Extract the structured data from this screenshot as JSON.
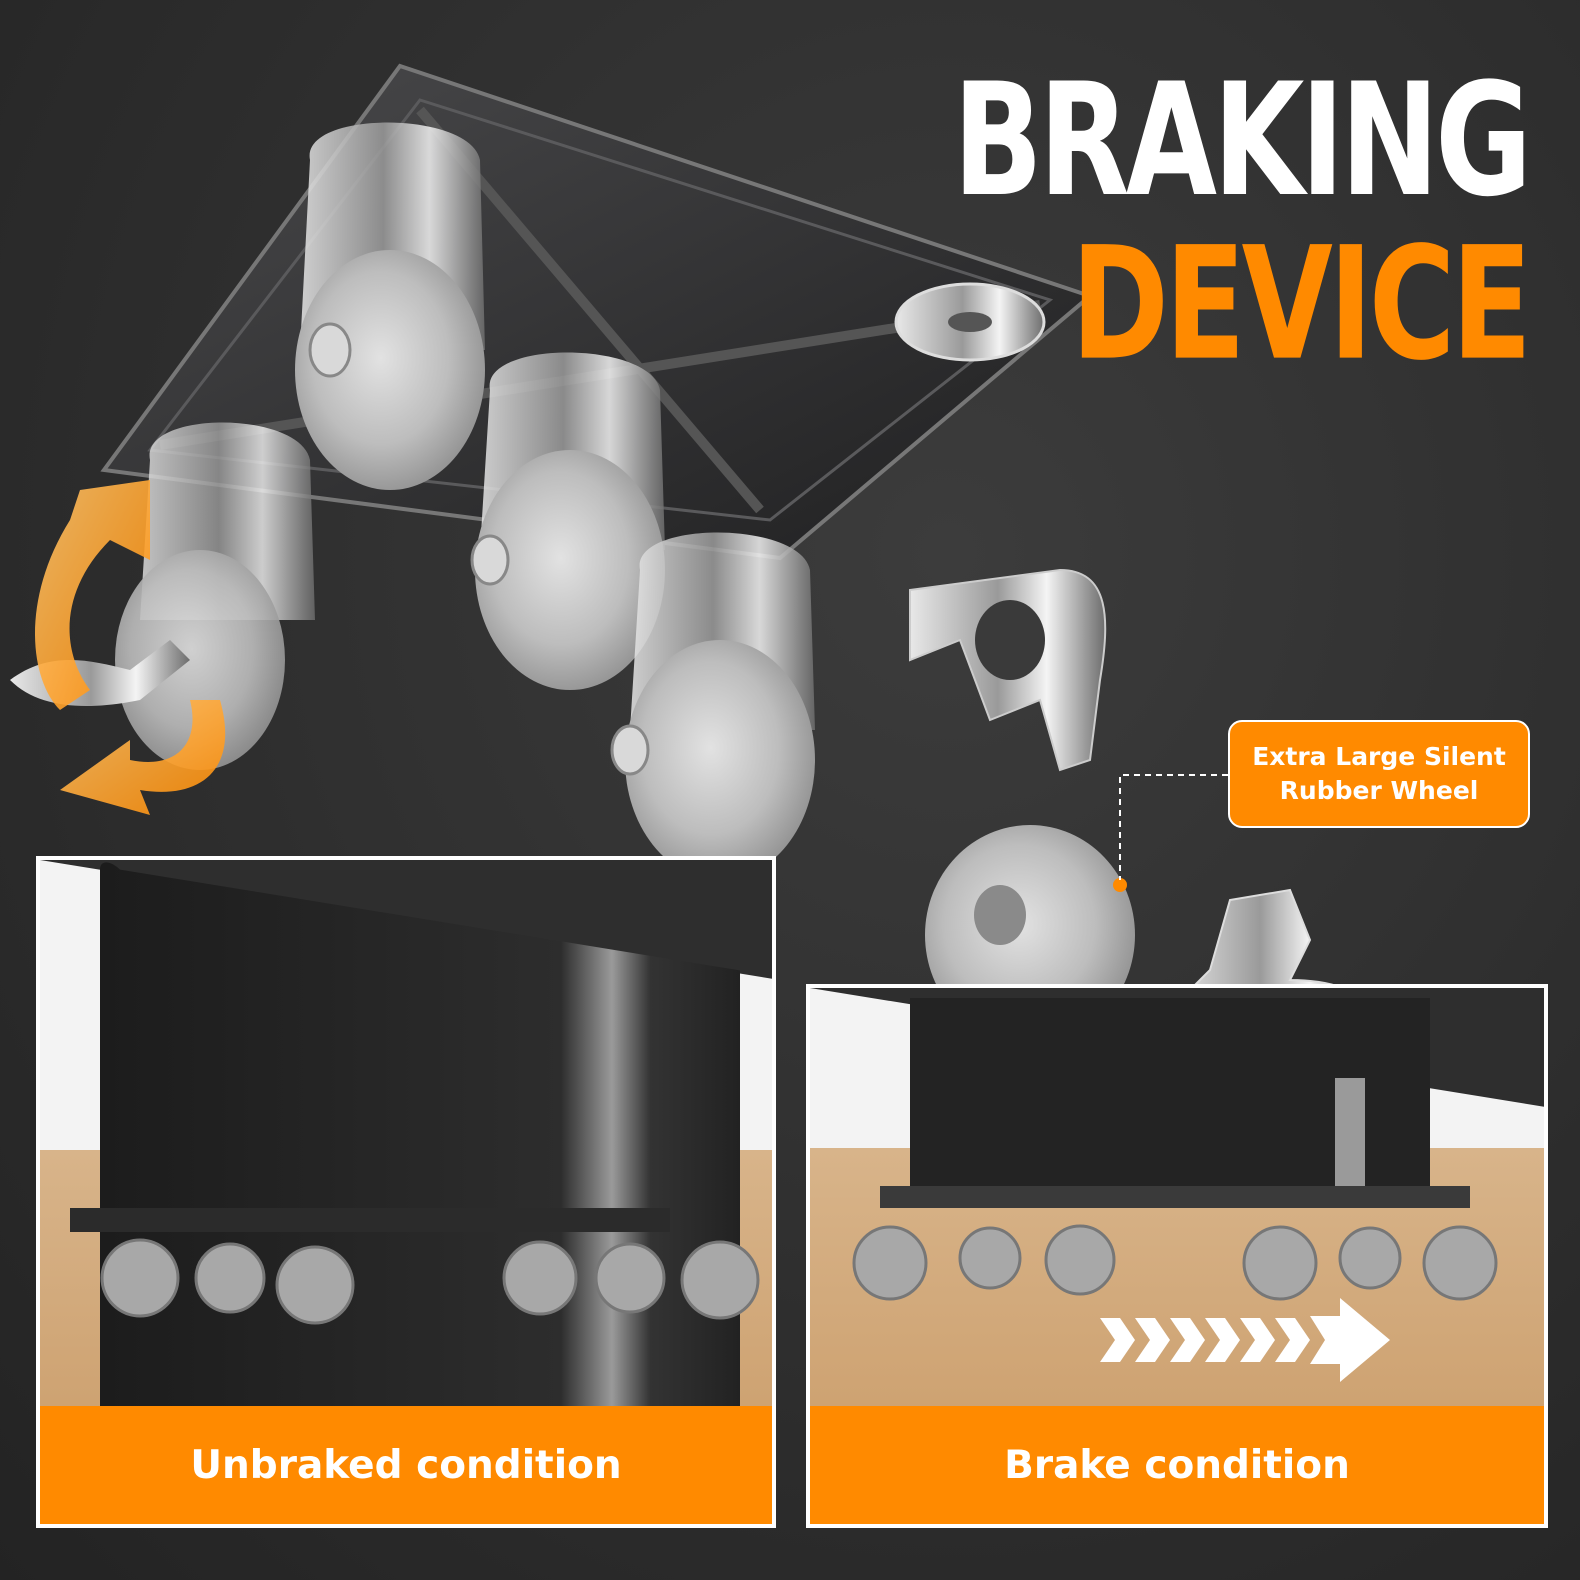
{
  "headline": {
    "line1": "BRAKING",
    "line2": "DEVICE"
  },
  "callout": {
    "text": "Extra Large Silent Rubber Wheel"
  },
  "panels": [
    {
      "caption": "Unbraked condition"
    },
    {
      "caption": "Brake condition"
    }
  ],
  "colors": {
    "accent": "#ff8a00",
    "background": "#2e2e2e",
    "text": "#ffffff"
  }
}
